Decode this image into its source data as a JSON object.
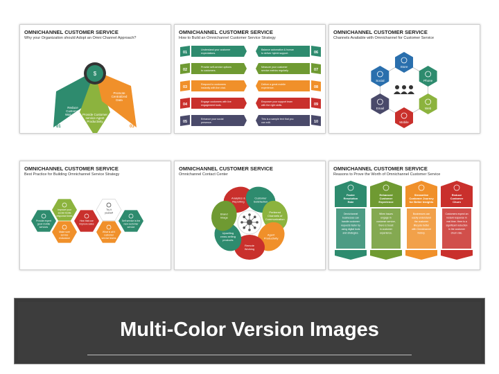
{
  "slides": [
    {
      "title": "OMNICHANNEL CUSTOMER SERVICE",
      "subtitle": "Why your Organization should Adopt an Omni Channel Approach?",
      "items": [
        {
          "num": "01",
          "text": [
            "Reduce",
            "Customer",
            "Wait Times"
          ],
          "color": "#2e8b6e"
        },
        {
          "num": "02",
          "text": [
            "Provide Customer",
            "service Agent",
            "Productivity"
          ],
          "color": "#8cb33e"
        },
        {
          "num": "03",
          "text": [
            "Promote",
            "Centralized",
            "Data"
          ],
          "color": "#f0902a"
        }
      ]
    },
    {
      "title": "OMNICHANNEL CUSTOMER SERVICE",
      "subtitle": "How to Build an Omnichannel Customer Service Strategy",
      "items": [
        {
          "num": "01",
          "text": [
            "Understand your customer",
            "expectations."
          ],
          "color": "#2e8b6e"
        },
        {
          "num": "02",
          "text": [
            "Provide self-service options",
            "to customers."
          ],
          "color": "#6f9a32"
        },
        {
          "num": "03",
          "text": [
            "Respond to customers",
            "instantly with live chat."
          ],
          "color": "#f0902a"
        },
        {
          "num": "04",
          "text": [
            "Engage customers with live",
            "engagement tools."
          ],
          "color": "#c9302c"
        },
        {
          "num": "05",
          "text": [
            "Enhance your social",
            "presence."
          ],
          "color": "#4a4a6a"
        },
        {
          "num": "06",
          "text": [
            "Balance automation & human",
            "to deliver hybrid support."
          ],
          "color": "#2e8b6e"
        },
        {
          "num": "07",
          "text": [
            "Measure your customer",
            "service metrics regularly."
          ],
          "color": "#6f9a32"
        },
        {
          "num": "08",
          "text": [
            "Deliver a great mobile",
            "experience."
          ],
          "color": "#f0902a"
        },
        {
          "num": "09",
          "text": [
            "Empower your support team",
            "with the right skills."
          ],
          "color": "#c9302c"
        },
        {
          "num": "10",
          "text": [
            "This is a sample text that you",
            "can edit."
          ],
          "color": "#4a4a6a"
        }
      ]
    },
    {
      "title": "OMNICHANNEL CUSTOMER SERVICE",
      "subtitle": "Channels Available with Omnichannel for Customer Service",
      "items": [
        {
          "label": "Store",
          "color": "#2a6fad"
        },
        {
          "label": "Phone",
          "color": "#2e8b6e"
        },
        {
          "label": "Web",
          "color": "#8cb33e"
        },
        {
          "label": "Mobile",
          "color": "#c9302c"
        },
        {
          "label": "Email",
          "color": "#4a4a6a"
        },
        {
          "label": "Social",
          "color": "#2a6fad"
        }
      ]
    },
    {
      "title": "OMNICHANNEL CUSTOMER SERVICE",
      "subtitle": "Best Practice for Building Omnichannel Service Strategy",
      "items": [
        {
          "text": [
            "Provide expert",
            "good mobile",
            "services"
          ],
          "color": "#2e8b6e"
        },
        {
          "text": [
            "Improve your",
            "social media",
            "response times"
          ],
          "color": "#8cb33e"
        },
        {
          "text": [
            "Make sure",
            "service",
            "endurance"
          ],
          "color": "#f0902a"
        },
        {
          "text": [
            "How that use",
            "improve sales"
          ],
          "color": "#c9302c"
        },
        {
          "text": [
            "Try it",
            "yourself"
          ],
          "color": "#ffffff"
        },
        {
          "text": [
            "What is all it",
            "customer",
            "service teams"
          ],
          "color": "#f0902a"
        },
        {
          "text": [
            "Self service is the",
            "new customer",
            "service"
          ],
          "color": "#2e8b6e"
        }
      ]
    },
    {
      "title": "OMNICHANNEL CUSTOMER SERVICE",
      "subtitle": "Omnichannel Contact Center",
      "items": [
        {
          "text": [
            "Analytics &",
            "Reporting"
          ],
          "color": "#c9302c"
        },
        {
          "text": [
            "Customer",
            "Satisfaction"
          ],
          "color": "#2e8b6e"
        },
        {
          "text": [
            "Preferred",
            "Channels of",
            "Communication"
          ],
          "color": "#8cb33e"
        },
        {
          "text": [
            "Agent",
            "Productivity"
          ],
          "color": "#f0902a"
        },
        {
          "text": [
            "Remote",
            "Working"
          ],
          "color": "#c9302c"
        },
        {
          "text": [
            "Upselling",
            "cross-selling",
            "products"
          ],
          "color": "#2e8b6e"
        },
        {
          "text": [
            "Brand",
            "Image"
          ],
          "color": "#6f9a32"
        }
      ]
    },
    {
      "title": "OMNICHANNEL CUSTOMER SERVICE",
      "subtitle": "Reasons to Prove the Worth of Omnichannel Customer Service",
      "items": [
        {
          "head": [
            "Faster",
            "Resolution",
            "Rate"
          ],
          "body": [
            "Omnichannel",
            "businesses can",
            "handle customer",
            "requests faster by",
            "using digital tools",
            "and strategies."
          ],
          "color": "#2e8b6e"
        },
        {
          "head": [
            "Enhanced",
            "Customer",
            "Experience"
          ],
          "body": [
            "When issues",
            "engage in",
            "customer service,",
            "there is boost",
            "in customer",
            "experience."
          ],
          "color": "#6f9a32"
        },
        {
          "head": [
            "Streamline",
            "Customer Journey",
            "for Better Insights"
          ],
          "body": [
            "Businesses can",
            "easily understand",
            "the customer",
            "lifecycle better",
            "with Omnichannel",
            "history."
          ],
          "color": "#f0902a"
        },
        {
          "head": [
            "Reduce",
            "Customer",
            "Churn"
          ],
          "body": [
            "Customers expect an",
            "instant response in",
            "real time. Here is a",
            "significant reduction",
            "in the customer",
            "churn rate."
          ],
          "color": "#c9302c"
        }
      ]
    }
  ],
  "banner": {
    "title": "Multi-Color Version Images"
  }
}
